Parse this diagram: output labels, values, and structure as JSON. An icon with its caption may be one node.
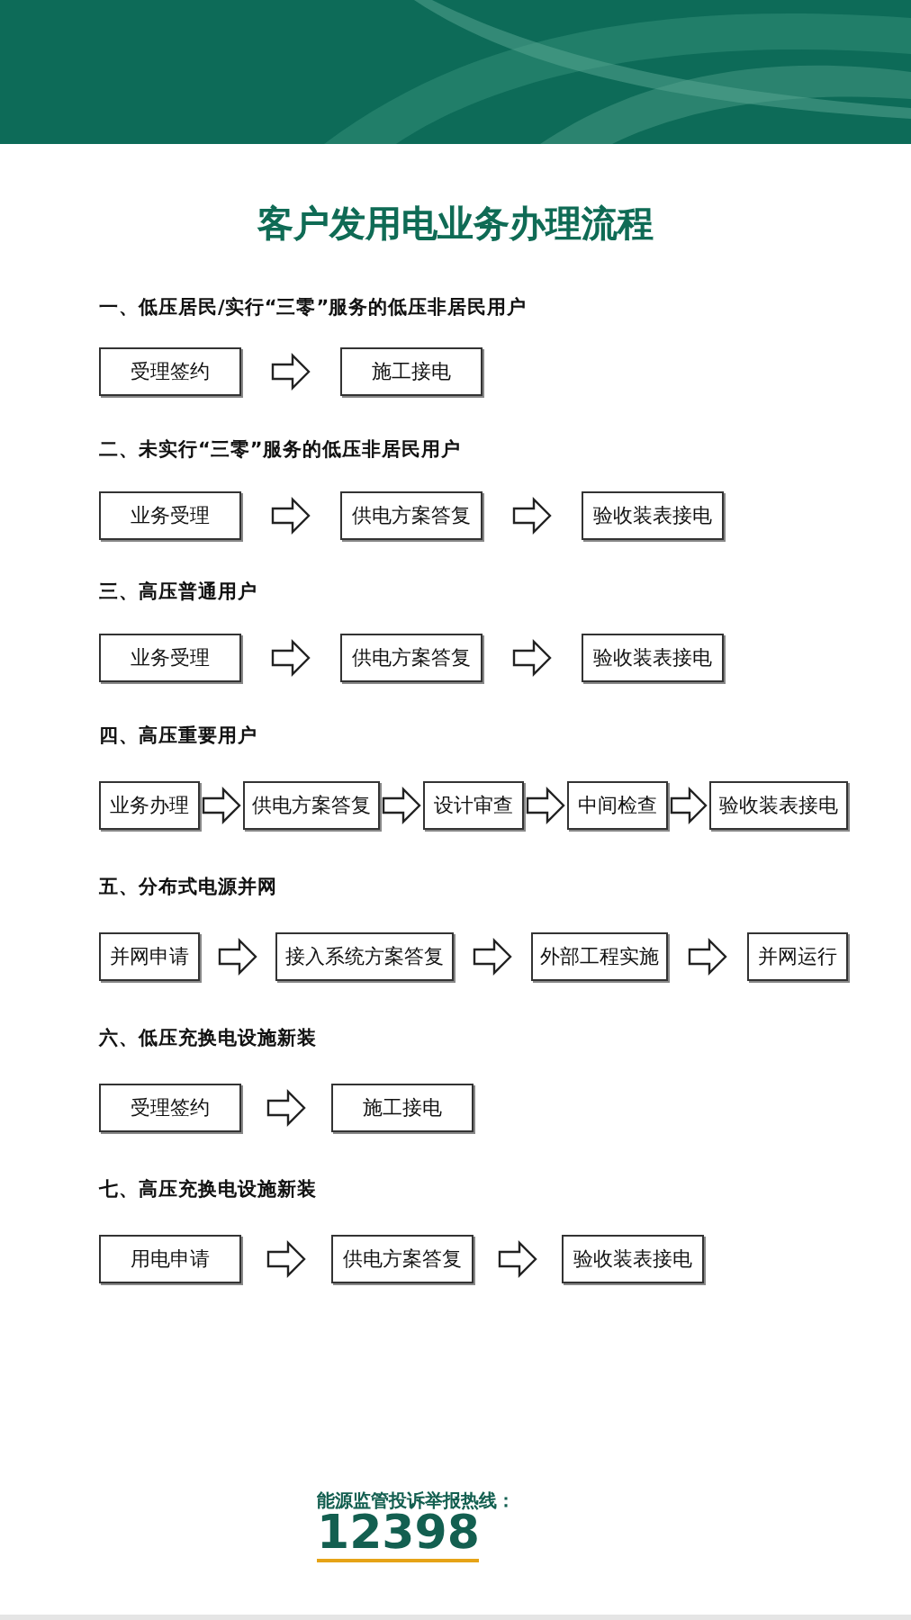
{
  "diagram": {
    "title": "客户发用电业务办理流程",
    "nodes": [
      {
        "text": [
          "受理签约"
        ]
      },
      {
        "text": [
          "施工接电"
        ]
      },
      {
        "text": [
          "业务受理"
        ]
      },
      {
        "text": [
          "供电方案答复"
        ]
      },
      {
        "text": [
          "验收装表接电"
        ]
      },
      {
        "text": [
          "业务受理"
        ]
      },
      {
        "text": [
          "供电方案答复"
        ]
      },
      {
        "text": [
          "验收装表接电"
        ]
      },
      {
        "text": [
          "业务办理"
        ]
      },
      {
        "text": [
          "供电方案答复"
        ]
      },
      {
        "text": [
          "设计审查"
        ]
      },
      {
        "text": [
          "中间检查"
        ]
      },
      {
        "text": [
          "验收装表接电"
        ]
      },
      {
        "text": [
          "并网申请"
        ]
      },
      {
        "text": [
          "接入系统方案答复"
        ]
      },
      {
        "text": [
          "外部工程实施"
        ]
      },
      {
        "text": [
          "并网运行"
        ]
      },
      {
        "text": [
          "受理签约"
        ]
      },
      {
        "text": [
          "施工接电"
        ]
      },
      {
        "text": [
          "用电申请"
        ]
      },
      {
        "text": [
          "供电方案答复"
        ]
      },
      {
        "text": [
          "验收装表接电"
        ]
      }
    ],
    "edges": [
      {
        "from": 0,
        "to": 1,
        "arrow": "to"
      },
      {
        "from": 2,
        "to": 3,
        "arrow": "to"
      },
      {
        "from": 3,
        "to": 4,
        "arrow": "to"
      },
      {
        "from": 5,
        "to": 6,
        "arrow": "to"
      },
      {
        "from": 6,
        "to": 7,
        "arrow": "to"
      },
      {
        "from": 8,
        "to": 9,
        "arrow": "to"
      },
      {
        "from": 9,
        "to": 10,
        "arrow": "to"
      },
      {
        "from": 10,
        "to": 11,
        "arrow": "to"
      },
      {
        "from": 11,
        "to": 12,
        "arrow": "to"
      },
      {
        "from": 13,
        "to": 14,
        "arrow": "to"
      },
      {
        "from": 14,
        "to": 15,
        "arrow": "to"
      },
      {
        "from": 15,
        "to": 16,
        "arrow": "to"
      },
      {
        "from": 17,
        "to": 18,
        "arrow": "to"
      },
      {
        "from": 19,
        "to": 20,
        "arrow": "to"
      },
      {
        "from": 20,
        "to": 21,
        "arrow": "to"
      }
    ],
    "labels": [
      "一、低压居民/实行“三零”服务的低压非居民用户",
      "二、未实行“三零”服务的低压非居民用户",
      "三、高压普通用户",
      "四、高压重要用户",
      "五、分布式电源并网",
      "六、低压充换电设施新装",
      "七、高压充换电设施新装",
      "能源监管投诉举报热线：",
      "12398"
    ]
  }
}
